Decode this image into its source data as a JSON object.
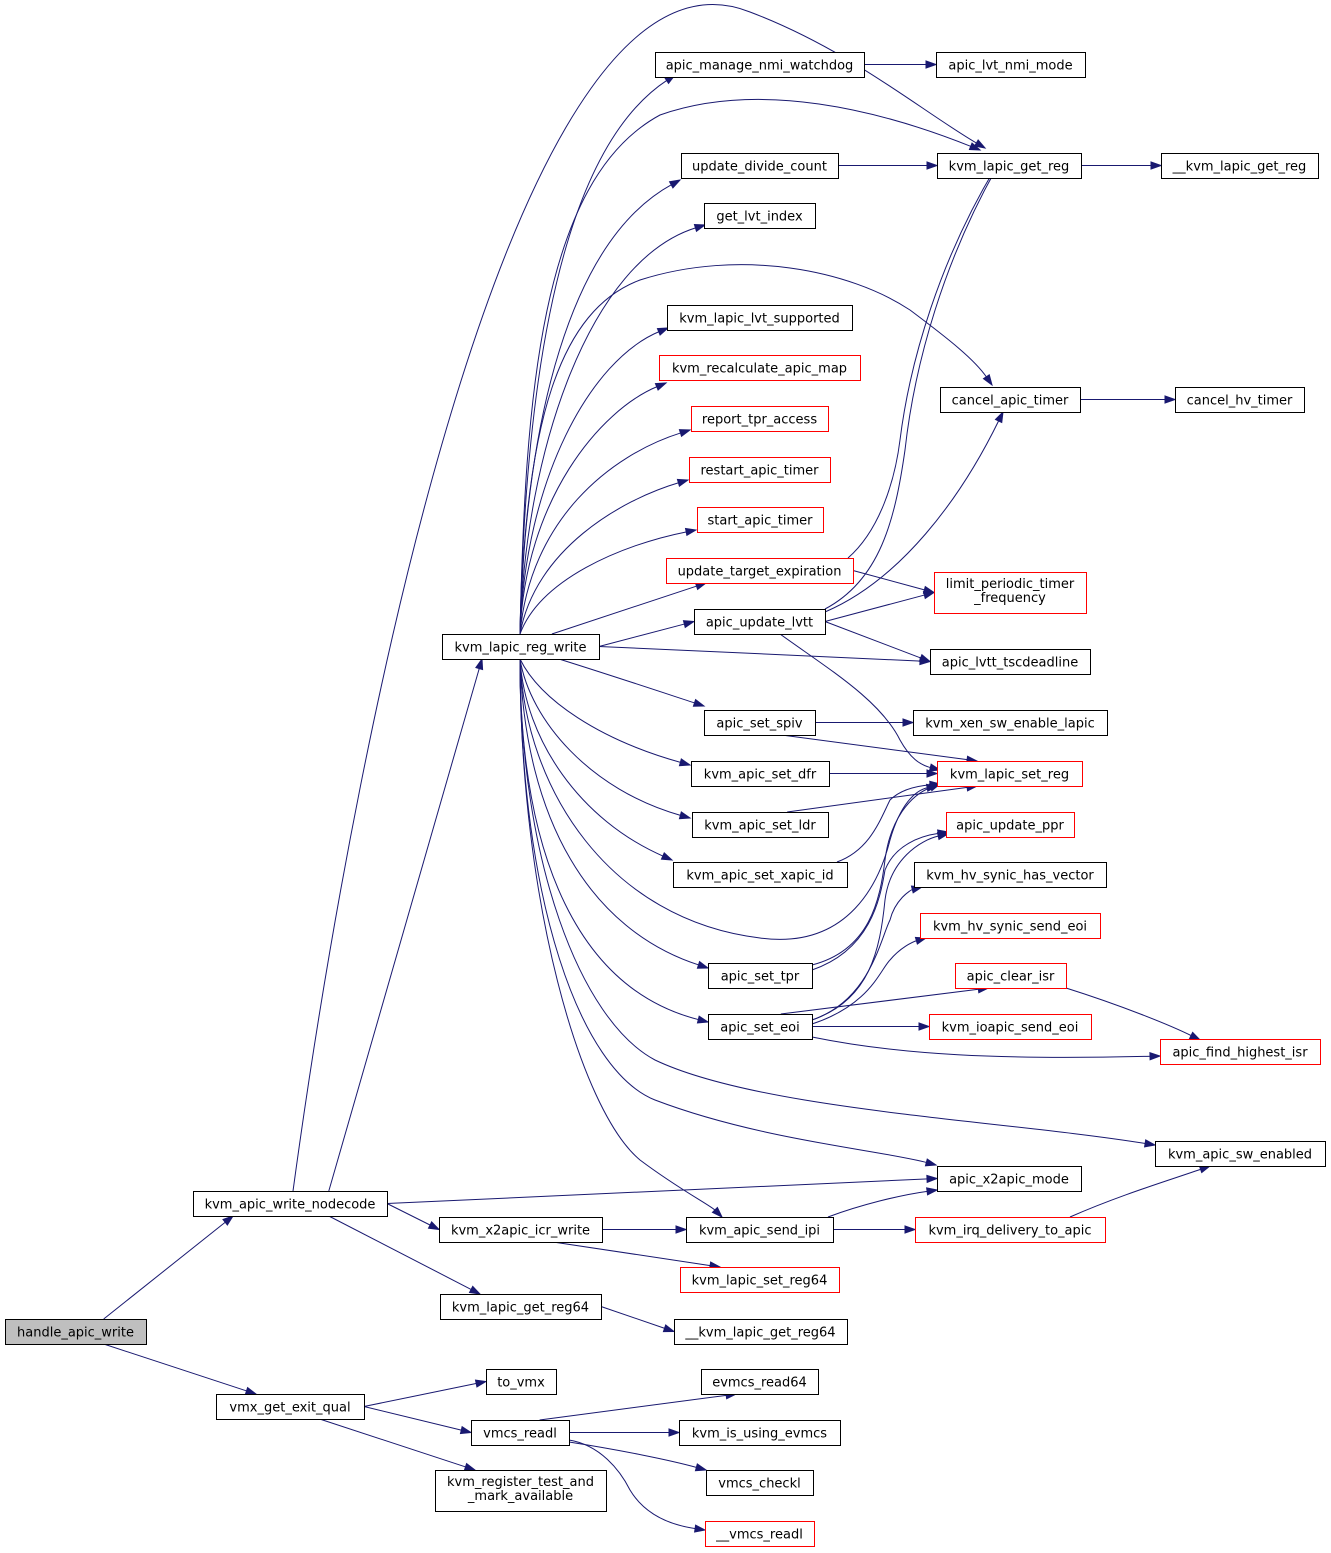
{
  "nodes": [
    {
      "id": "handle_apic_write",
      "label": [
        "handle_apic_write"
      ],
      "style": "root"
    },
    {
      "id": "kvm_apic_write_nodecode",
      "label": [
        "kvm_apic_write_nodecode"
      ],
      "style": "normal"
    },
    {
      "id": "vmx_get_exit_qual",
      "label": [
        "vmx_get_exit_qual"
      ],
      "style": "normal"
    },
    {
      "id": "kvm_lapic_reg_write",
      "label": [
        "kvm_lapic_reg_write"
      ],
      "style": "normal"
    },
    {
      "id": "kvm_x2apic_icr_write",
      "label": [
        "kvm_x2apic_icr_write"
      ],
      "style": "normal"
    },
    {
      "id": "kvm_lapic_get_reg64",
      "label": [
        "kvm_lapic_get_reg64"
      ],
      "style": "normal"
    },
    {
      "id": "to_vmx",
      "label": [
        "to_vmx"
      ],
      "style": "normal"
    },
    {
      "id": "vmcs_readl",
      "label": [
        "vmcs_readl"
      ],
      "style": "normal"
    },
    {
      "id": "kvm_register_test_and_mark_available",
      "label": [
        "kvm_register_test_and",
        "_mark_available"
      ],
      "style": "normal"
    },
    {
      "id": "apic_manage_nmi_watchdog",
      "label": [
        "apic_manage_nmi_watchdog"
      ],
      "style": "normal"
    },
    {
      "id": "update_divide_count",
      "label": [
        "update_divide_count"
      ],
      "style": "normal"
    },
    {
      "id": "get_lvt_index",
      "label": [
        "get_lvt_index"
      ],
      "style": "normal"
    },
    {
      "id": "kvm_lapic_lvt_supported",
      "label": [
        "kvm_lapic_lvt_supported"
      ],
      "style": "normal"
    },
    {
      "id": "kvm_recalculate_apic_map",
      "label": [
        "kvm_recalculate_apic_map"
      ],
      "style": "truncated"
    },
    {
      "id": "report_tpr_access",
      "label": [
        "report_tpr_access"
      ],
      "style": "truncated"
    },
    {
      "id": "restart_apic_timer",
      "label": [
        "restart_apic_timer"
      ],
      "style": "truncated"
    },
    {
      "id": "start_apic_timer",
      "label": [
        "start_apic_timer"
      ],
      "style": "truncated"
    },
    {
      "id": "update_target_expiration",
      "label": [
        "update_target_expiration"
      ],
      "style": "truncated"
    },
    {
      "id": "apic_update_lvtt",
      "label": [
        "apic_update_lvtt"
      ],
      "style": "normal"
    },
    {
      "id": "apic_set_spiv",
      "label": [
        "apic_set_spiv"
      ],
      "style": "normal"
    },
    {
      "id": "kvm_apic_set_dfr",
      "label": [
        "kvm_apic_set_dfr"
      ],
      "style": "normal"
    },
    {
      "id": "kvm_apic_set_ldr",
      "label": [
        "kvm_apic_set_ldr"
      ],
      "style": "normal"
    },
    {
      "id": "kvm_apic_set_xapic_id",
      "label": [
        "kvm_apic_set_xapic_id"
      ],
      "style": "normal"
    },
    {
      "id": "apic_set_tpr",
      "label": [
        "apic_set_tpr"
      ],
      "style": "normal"
    },
    {
      "id": "apic_set_eoi",
      "label": [
        "apic_set_eoi"
      ],
      "style": "normal"
    },
    {
      "id": "kvm_apic_send_ipi",
      "label": [
        "kvm_apic_send_ipi"
      ],
      "style": "normal"
    },
    {
      "id": "kvm_lapic_set_reg64",
      "label": [
        "kvm_lapic_set_reg64"
      ],
      "style": "truncated"
    },
    {
      "id": "__kvm_lapic_get_reg64",
      "label": [
        "__kvm_lapic_get_reg64"
      ],
      "style": "normal"
    },
    {
      "id": "evmcs_read64",
      "label": [
        "evmcs_read64"
      ],
      "style": "normal"
    },
    {
      "id": "kvm_is_using_evmcs",
      "label": [
        "kvm_is_using_evmcs"
      ],
      "style": "normal"
    },
    {
      "id": "vmcs_checkl",
      "label": [
        "vmcs_checkl"
      ],
      "style": "normal"
    },
    {
      "id": "__vmcs_readl",
      "label": [
        "__vmcs_readl"
      ],
      "style": "truncated"
    },
    {
      "id": "apic_lvt_nmi_mode",
      "label": [
        "apic_lvt_nmi_mode"
      ],
      "style": "normal"
    },
    {
      "id": "kvm_lapic_get_reg",
      "label": [
        "kvm_lapic_get_reg"
      ],
      "style": "normal"
    },
    {
      "id": "cancel_apic_timer",
      "label": [
        "cancel_apic_timer"
      ],
      "style": "normal"
    },
    {
      "id": "limit_periodic_timer_frequency",
      "label": [
        "limit_periodic_timer",
        "_frequency"
      ],
      "style": "truncated"
    },
    {
      "id": "apic_lvtt_tscdeadline",
      "label": [
        "apic_lvtt_tscdeadline"
      ],
      "style": "normal"
    },
    {
      "id": "kvm_xen_sw_enable_lapic",
      "label": [
        "kvm_xen_sw_enable_lapic"
      ],
      "style": "normal"
    },
    {
      "id": "kvm_lapic_set_reg",
      "label": [
        "kvm_lapic_set_reg"
      ],
      "style": "truncated"
    },
    {
      "id": "apic_update_ppr",
      "label": [
        "apic_update_ppr"
      ],
      "style": "truncated"
    },
    {
      "id": "kvm_hv_synic_has_vector",
      "label": [
        "kvm_hv_synic_has_vector"
      ],
      "style": "normal"
    },
    {
      "id": "kvm_hv_synic_send_eoi",
      "label": [
        "kvm_hv_synic_send_eoi"
      ],
      "style": "truncated"
    },
    {
      "id": "apic_clear_isr",
      "label": [
        "apic_clear_isr"
      ],
      "style": "truncated"
    },
    {
      "id": "kvm_ioapic_send_eoi",
      "label": [
        "kvm_ioapic_send_eoi"
      ],
      "style": "truncated"
    },
    {
      "id": "apic_x2apic_mode",
      "label": [
        "apic_x2apic_mode"
      ],
      "style": "normal"
    },
    {
      "id": "kvm_irq_delivery_to_apic",
      "label": [
        "kvm_irq_delivery_to_apic"
      ],
      "style": "truncated"
    },
    {
      "id": "__kvm_lapic_get_reg",
      "label": [
        "__kvm_lapic_get_reg"
      ],
      "style": "normal"
    },
    {
      "id": "cancel_hv_timer",
      "label": [
        "cancel_hv_timer"
      ],
      "style": "normal"
    },
    {
      "id": "apic_find_highest_isr",
      "label": [
        "apic_find_highest_isr"
      ],
      "style": "truncated"
    },
    {
      "id": "kvm_apic_sw_enabled",
      "label": [
        "kvm_apic_sw_enabled"
      ],
      "style": "normal"
    }
  ],
  "edges": [
    [
      "handle_apic_write",
      "kvm_apic_write_nodecode"
    ],
    [
      "handle_apic_write",
      "vmx_get_exit_qual"
    ],
    [
      "kvm_apic_write_nodecode",
      "kvm_lapic_reg_write"
    ],
    [
      "kvm_apic_write_nodecode",
      "kvm_lapic_get_reg"
    ],
    [
      "kvm_apic_write_nodecode",
      "apic_x2apic_mode"
    ],
    [
      "kvm_apic_write_nodecode",
      "kvm_x2apic_icr_write"
    ],
    [
      "kvm_apic_write_nodecode",
      "kvm_lapic_get_reg64"
    ],
    [
      "kvm_lapic_reg_write",
      "apic_manage_nmi_watchdog"
    ],
    [
      "kvm_lapic_reg_write",
      "kvm_lapic_get_reg"
    ],
    [
      "kvm_lapic_reg_write",
      "update_divide_count"
    ],
    [
      "kvm_lapic_reg_write",
      "get_lvt_index"
    ],
    [
      "kvm_lapic_reg_write",
      "cancel_apic_timer"
    ],
    [
      "kvm_lapic_reg_write",
      "kvm_lapic_lvt_supported"
    ],
    [
      "kvm_lapic_reg_write",
      "kvm_recalculate_apic_map"
    ],
    [
      "kvm_lapic_reg_write",
      "report_tpr_access"
    ],
    [
      "kvm_lapic_reg_write",
      "restart_apic_timer"
    ],
    [
      "kvm_lapic_reg_write",
      "start_apic_timer"
    ],
    [
      "kvm_lapic_reg_write",
      "update_target_expiration"
    ],
    [
      "kvm_lapic_reg_write",
      "apic_update_lvtt"
    ],
    [
      "kvm_lapic_reg_write",
      "apic_lvtt_tscdeadline"
    ],
    [
      "kvm_lapic_reg_write",
      "apic_set_spiv"
    ],
    [
      "kvm_lapic_reg_write",
      "kvm_apic_set_dfr"
    ],
    [
      "kvm_lapic_reg_write",
      "kvm_apic_set_ldr"
    ],
    [
      "kvm_lapic_reg_write",
      "kvm_apic_set_xapic_id"
    ],
    [
      "kvm_lapic_reg_write",
      "kvm_lapic_set_reg"
    ],
    [
      "kvm_lapic_reg_write",
      "apic_set_tpr"
    ],
    [
      "kvm_lapic_reg_write",
      "apic_set_eoi"
    ],
    [
      "kvm_lapic_reg_write",
      "kvm_apic_sw_enabled"
    ],
    [
      "kvm_lapic_reg_write",
      "apic_x2apic_mode"
    ],
    [
      "kvm_lapic_reg_write",
      "kvm_apic_send_ipi"
    ],
    [
      "apic_manage_nmi_watchdog",
      "apic_lvt_nmi_mode"
    ],
    [
      "update_divide_count",
      "kvm_lapic_get_reg"
    ],
    [
      "kvm_lapic_get_reg",
      "__kvm_lapic_get_reg"
    ],
    [
      "cancel_apic_timer",
      "cancel_hv_timer"
    ],
    [
      "update_target_expiration",
      "kvm_lapic_get_reg"
    ],
    [
      "update_target_expiration",
      "limit_periodic_timer_frequency"
    ],
    [
      "apic_update_lvtt",
      "kvm_lapic_get_reg"
    ],
    [
      "apic_update_lvtt",
      "cancel_apic_timer"
    ],
    [
      "apic_update_lvtt",
      "limit_periodic_timer_frequency"
    ],
    [
      "apic_update_lvtt",
      "apic_lvtt_tscdeadline"
    ],
    [
      "apic_update_lvtt",
      "kvm_lapic_set_reg"
    ],
    [
      "apic_set_spiv",
      "kvm_xen_sw_enable_lapic"
    ],
    [
      "apic_set_spiv",
      "kvm_lapic_set_reg"
    ],
    [
      "kvm_apic_set_dfr",
      "kvm_lapic_set_reg"
    ],
    [
      "kvm_apic_set_ldr",
      "kvm_lapic_set_reg"
    ],
    [
      "kvm_apic_set_xapic_id",
      "kvm_lapic_set_reg"
    ],
    [
      "apic_set_tpr",
      "kvm_lapic_set_reg"
    ],
    [
      "apic_set_tpr",
      "apic_update_ppr"
    ],
    [
      "apic_set_eoi",
      "apic_update_ppr"
    ],
    [
      "apic_set_eoi",
      "kvm_hv_synic_has_vector"
    ],
    [
      "apic_set_eoi",
      "kvm_hv_synic_send_eoi"
    ],
    [
      "apic_set_eoi",
      "apic_clear_isr"
    ],
    [
      "apic_set_eoi",
      "kvm_ioapic_send_eoi"
    ],
    [
      "apic_set_eoi",
      "apic_find_highest_isr"
    ],
    [
      "apic_clear_isr",
      "apic_find_highest_isr"
    ],
    [
      "kvm_x2apic_icr_write",
      "kvm_apic_send_ipi"
    ],
    [
      "kvm_x2apic_icr_write",
      "kvm_lapic_set_reg64"
    ],
    [
      "kvm_apic_send_ipi",
      "apic_x2apic_mode"
    ],
    [
      "kvm_apic_send_ipi",
      "kvm_irq_delivery_to_apic"
    ],
    [
      "kvm_irq_delivery_to_apic",
      "kvm_apic_sw_enabled"
    ],
    [
      "kvm_lapic_get_reg64",
      "__kvm_lapic_get_reg64"
    ],
    [
      "vmx_get_exit_qual",
      "to_vmx"
    ],
    [
      "vmx_get_exit_qual",
      "vmcs_readl"
    ],
    [
      "vmx_get_exit_qual",
      "kvm_register_test_and_mark_available"
    ],
    [
      "vmcs_readl",
      "evmcs_read64"
    ],
    [
      "vmcs_readl",
      "kvm_is_using_evmcs"
    ],
    [
      "vmcs_readl",
      "vmcs_checkl"
    ],
    [
      "vmcs_readl",
      "__vmcs_readl"
    ]
  ],
  "colors": {
    "edge": "#191970",
    "node_border": "#000000",
    "truncated_border": "#ff0000",
    "root_fill": "#bfbfbf"
  }
}
